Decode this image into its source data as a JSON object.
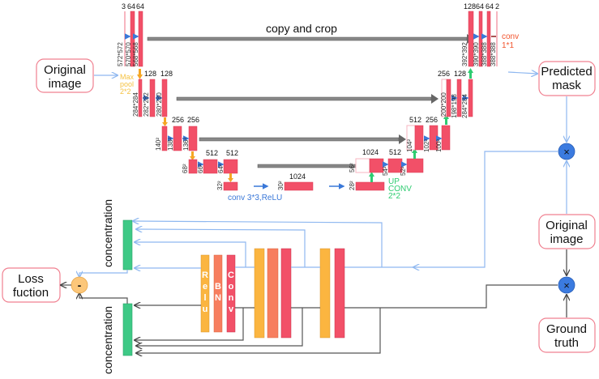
{
  "title": "U-Net segmentation with concentration and loss pipeline",
  "colors": {
    "feature_map": "#f25068",
    "feature_map_border": "#d93650",
    "skip_ghost": "#f7b6c0",
    "copy_arrow": "#777777",
    "conv_arrow": "#3a78d8",
    "maxpool_arrow": "#f5a623",
    "upconv_arrow": "#2ecc71",
    "conv1x1_arrow": "#8b1a1a",
    "relu_block": "#fbb540",
    "bn_block": "#f77e5f",
    "conv_block": "#f25068",
    "concentration_block": "#3ec986",
    "multiply_node": "#3b7be0",
    "subtract_node": "#fcc77a",
    "box_border": "#f08090",
    "blue_line": "#8fb8f0",
    "black_line": "#555555"
  },
  "legend": {
    "copy_and_crop": "copy and crop",
    "conv": "conv 3*3,ReLU",
    "max_pool": [
      "Max",
      "pool",
      "2*2"
    ],
    "up_conv": [
      "UP",
      "CONV",
      "2*2"
    ],
    "conv_1x1": [
      "conv",
      "1*1"
    ]
  },
  "unet": {
    "level1_channels": [
      "3",
      "64",
      "64"
    ],
    "level1_dims": [
      "572*572",
      "570*570",
      "568*568"
    ],
    "level2_channels": [
      "128",
      "128"
    ],
    "level2_dims": [
      "284*284",
      "282*282",
      "280*280"
    ],
    "level3_channels": [
      "256",
      "256"
    ],
    "level3_dims": [
      "140²",
      "138²",
      "136²"
    ],
    "level4_channels": [
      "512",
      "512"
    ],
    "level4_dims": [
      "68²",
      "66²",
      "64²"
    ],
    "bottom_channels": [
      "1024"
    ],
    "bottom_dims": [
      "32²",
      "30²",
      "28²"
    ],
    "up4_channels": [
      "1024",
      "512"
    ],
    "up4_dims": [
      "56²",
      "54²",
      "52²"
    ],
    "up3_channels": [
      "512",
      "256"
    ],
    "up3_dims": [
      "104²",
      "102²",
      "100²"
    ],
    "up2_channels": [
      "256",
      "128"
    ],
    "up2_dims": [
      "200*200",
      "198*198",
      "284*284"
    ],
    "up1_channels": [
      "128",
      "64",
      "64",
      "2"
    ],
    "up1_dims": [
      "392*392",
      "390*390",
      "388*388",
      "388*388"
    ]
  },
  "boxes": {
    "original_image_left": [
      "Original",
      "image"
    ],
    "predicted_mask": [
      "Predicted",
      "mask"
    ],
    "original_image_right": [
      "Original",
      "image"
    ],
    "ground_truth": [
      "Ground",
      "truth"
    ],
    "loss_function": [
      "Loss",
      "fuction"
    ]
  },
  "nodes": {
    "multiply": "×",
    "subtract": "-"
  },
  "bottom_network": {
    "concentration_label": "concentration",
    "relu_letters": [
      "R",
      "e",
      "l",
      "u"
    ],
    "bn_letters": [
      "B",
      "N"
    ],
    "conv_letters": [
      "C",
      "o",
      "n",
      "v"
    ]
  }
}
